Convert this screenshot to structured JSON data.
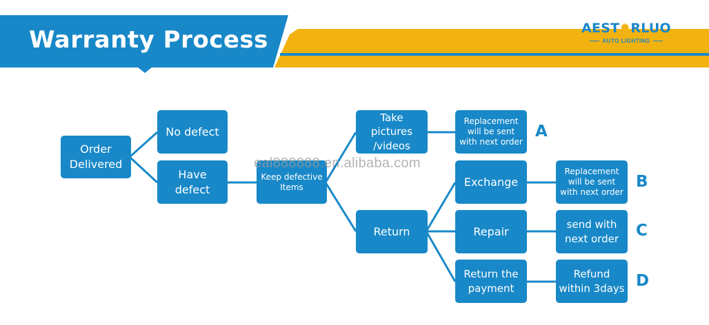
{
  "header": {
    "title": "Warranty Process",
    "logo_name_a": "AEST",
    "logo_name_b": "RLUO",
    "logo_subtitle": "AUTO LIGHTING",
    "colors": {
      "blue": "#1888c8",
      "yellow": "#f2b20f"
    }
  },
  "diagram": {
    "order_delivered": "Order\nDelivered",
    "no_defect": "No defect",
    "have_defect": "Have defect",
    "keep_defective": "Keep defective\nItems",
    "take_pictures": "Take pictures\n/videos",
    "return": "Return",
    "replacement_a": "Replacement\nwill be sent\nwith next order",
    "exchange": "Exchange",
    "repair": "Repair",
    "return_payment": "Return the\npayment",
    "replacement_b": "Replacement\nwill be sent\nwith next order",
    "send_next": "send with\nnext order",
    "refund": "Refund\nwithin 3days",
    "letters": [
      "A",
      "B",
      "C",
      "D"
    ]
  },
  "watermark": "eal888888.en.alibaba.com"
}
